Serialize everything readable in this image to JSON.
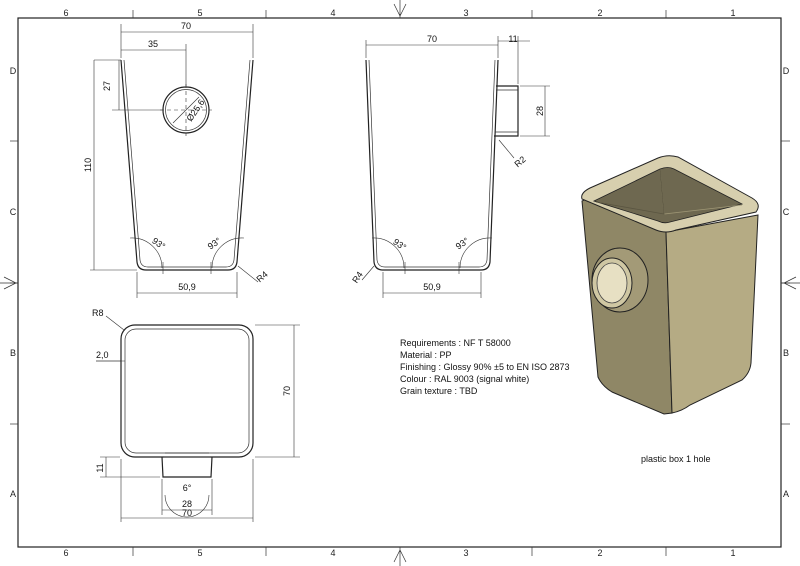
{
  "frame": {
    "columns_top": [
      "6",
      "5",
      "4",
      "3",
      "2",
      "1"
    ],
    "columns_bottom": [
      "6",
      "5",
      "4",
      "3",
      "2",
      "1"
    ],
    "rows_left": [
      "D",
      "C",
      "B",
      "A"
    ],
    "rows_right": [
      "D",
      "C",
      "B",
      "A"
    ]
  },
  "front_view": {
    "dim_width_top": "70",
    "dim_hole_offset": "35",
    "dim_hole_height": "27",
    "dim_height": "110",
    "dim_hole_diameter": "Ø25,6",
    "angle_left": "93°",
    "angle_right": "93°",
    "dim_bottom_width": "50,9",
    "radius_corner": "R4"
  },
  "side_view": {
    "dim_width_top": "70",
    "dim_spout_length": "11",
    "dim_spout_height": "28",
    "radius_spout": "R2",
    "angle_left": "93°",
    "angle_right": "93°",
    "dim_bottom_width": "50,9",
    "radius_corner": "R4"
  },
  "top_view": {
    "radius_corner": "R8",
    "dim_wall": "2,0",
    "dim_depth": "70",
    "dim_spout_length": "11",
    "angle_spout": "6°",
    "dim_spout_width": "28",
    "dim_width": "70"
  },
  "notes": [
    "Requirements : NF T 58000",
    "Material : PP",
    "Finishing : Glossy 90% ±5 to EN ISO 2873",
    "Colour : RAL 9003 (signal white)",
    "Grain texture : TBD"
  ],
  "render_caption": "plastic box 1 hole",
  "colors": {
    "box_body": "#b5ab84",
    "box_dark": "#8f8766",
    "box_light": "#d7cfae",
    "line": "#222222"
  }
}
